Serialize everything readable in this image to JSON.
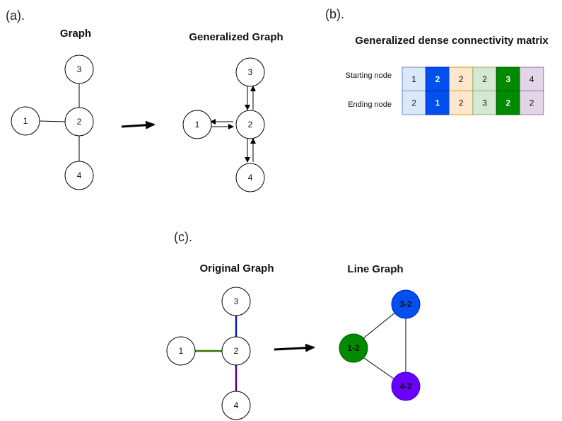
{
  "panel_a": {
    "label": "(a).",
    "graph_title": "Graph",
    "gen_title": "Generalized Graph",
    "graph_nodes": [
      "1",
      "2",
      "3",
      "4"
    ],
    "gen_nodes": [
      "1",
      "2",
      "3",
      "4"
    ]
  },
  "panel_b": {
    "label": "(b).",
    "title": "Generalized dense connectivity matrix",
    "row_labels": [
      "Starting node",
      "Ending node"
    ],
    "starting": [
      "1",
      "2",
      "2",
      "2",
      "3",
      "4"
    ],
    "ending": [
      "2",
      "1",
      "2",
      "3",
      "2",
      "2"
    ],
    "fills": [
      "#dae8fc",
      "#0050ef",
      "#ffe6cc",
      "#d5e8d4",
      "#008a00",
      "#e1d5e7"
    ],
    "strokes": [
      "#6c8ebf",
      "#001dbc",
      "#d79b00",
      "#82b366",
      "#005700",
      "#9673a6"
    ],
    "text_colors": [
      "#111111",
      "#ffffff",
      "#111111",
      "#111111",
      "#ffffff",
      "#111111"
    ]
  },
  "panel_c": {
    "label": "(c).",
    "orig_title": "Original Graph",
    "line_title": "Line Graph",
    "orig_nodes": [
      "1",
      "2",
      "3",
      "4"
    ],
    "edge_colors": {
      "1-2": "#2d7600",
      "3-2": "#001dbc",
      "4-2": "#4c0099"
    },
    "line_nodes": [
      {
        "label": "3-2",
        "color": "#0050ef"
      },
      {
        "label": "1-2",
        "color": "#008a00"
      },
      {
        "label": "4-2",
        "color": "#6a00ff"
      }
    ]
  }
}
